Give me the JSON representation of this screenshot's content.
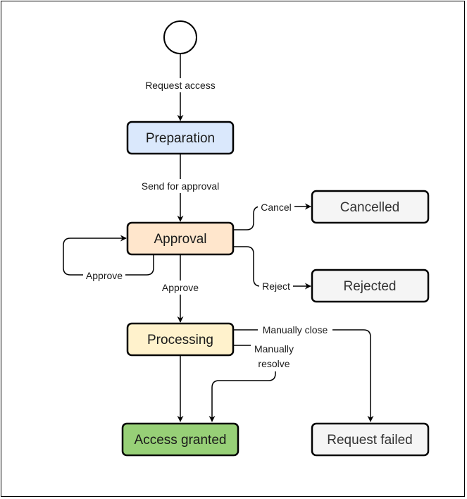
{
  "diagram": {
    "nodes": {
      "start": {
        "label": ""
      },
      "preparation": {
        "label": "Preparation",
        "fill": "#dae8fc"
      },
      "approval": {
        "label": "Approval",
        "fill": "#ffe6cc"
      },
      "processing": {
        "label": "Processing",
        "fill": "#fff2cc"
      },
      "access_granted": {
        "label": "Access granted",
        "fill": "#97d077"
      },
      "cancelled": {
        "label": "Cancelled",
        "fill": "#f5f5f5"
      },
      "rejected": {
        "label": "Rejected",
        "fill": "#f5f5f5"
      },
      "request_failed": {
        "label": "Request failed",
        "fill": "#f5f5f5"
      }
    },
    "edges": {
      "request_access": "Request access",
      "send_for_approval": "Send for approval",
      "approve_loop": "Approve",
      "approve": "Approve",
      "cancel": "Cancel",
      "reject": "Reject",
      "manually_close": "Manually close",
      "manually_resolve_line1": "Manually",
      "manually_resolve_line2": "resolve"
    }
  }
}
